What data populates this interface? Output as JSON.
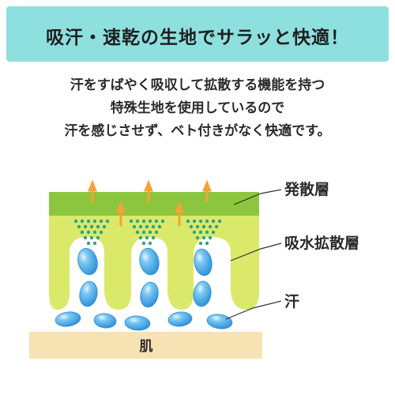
{
  "header": {
    "title": "吸汗・速乾の生地でサラッと快適！"
  },
  "description": {
    "lines": [
      "汗をすばやく吸収して拡散する機能を持つ",
      "特殊生地を使用しているので",
      "汗を感じさせず、ベト付きがなく快適です。"
    ]
  },
  "diagram": {
    "labels": {
      "diffusion_layer": "発散層",
      "absorb_layer": "吸水拡散層",
      "sweat": "汗",
      "skin": "肌"
    },
    "colors": {
      "diffusion_layer": "#8cc63f",
      "absorb_layer": "#dbe96b",
      "sweat_drop": "#3fa2df",
      "skin": "#f6e2b2",
      "arrow": "#f7a233",
      "dots": "#2ea37f"
    }
  }
}
